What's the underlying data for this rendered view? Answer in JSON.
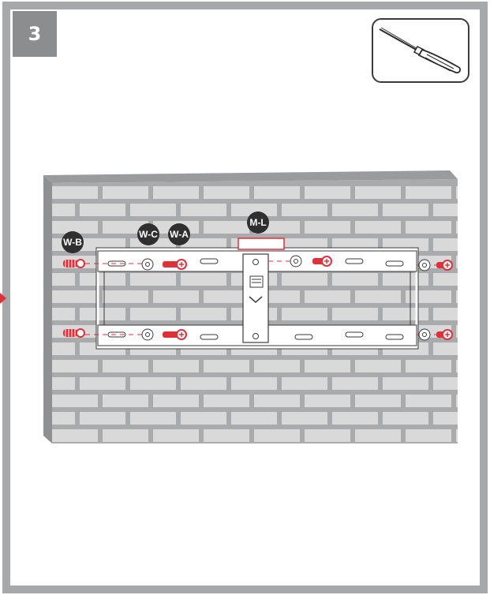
{
  "step": {
    "number": "3"
  },
  "tool": {
    "icon": "screwdriver-icon"
  },
  "labels": {
    "wb": "W-B",
    "wc": "W-C",
    "wa": "W-A",
    "ml": "M-L"
  },
  "colors": {
    "frame": "#a7a8aa",
    "step_bg": "#8c8d8f",
    "wall_face": "#a9aaac",
    "brick": "#d9d9da",
    "bracket": "#ffffff",
    "screw_red": "#e0303a",
    "badge": "#2f2f2f"
  }
}
